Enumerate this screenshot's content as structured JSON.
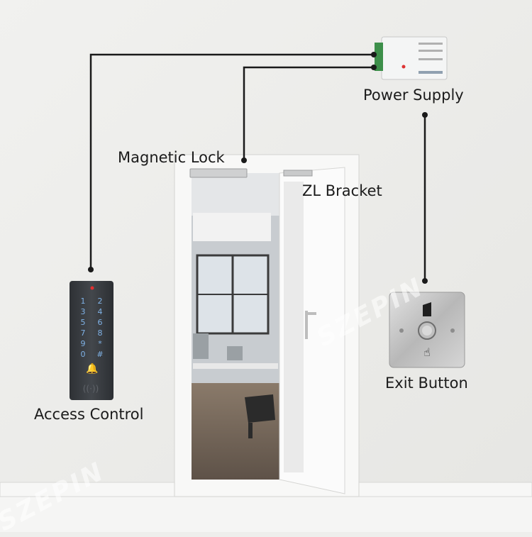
{
  "labels": {
    "power_supply": "Power Supply",
    "magnetic_lock": "Magnetic Lock",
    "zl_bracket": "ZL Bracket",
    "exit_button": "Exit Button",
    "access_control": "Access Control"
  },
  "keypad_keys": [
    "1",
    "2",
    "3",
    "4",
    "5",
    "6",
    "7",
    "8",
    "9",
    "*",
    "0",
    "#"
  ],
  "watermark": "SZEPIN",
  "colors": {
    "wall": "#eeeeec",
    "wire": "#1a1a1a",
    "keypad_body": "#3a3d42",
    "key_glow": "#7fb2e6",
    "steel": "#c9c9c9"
  }
}
